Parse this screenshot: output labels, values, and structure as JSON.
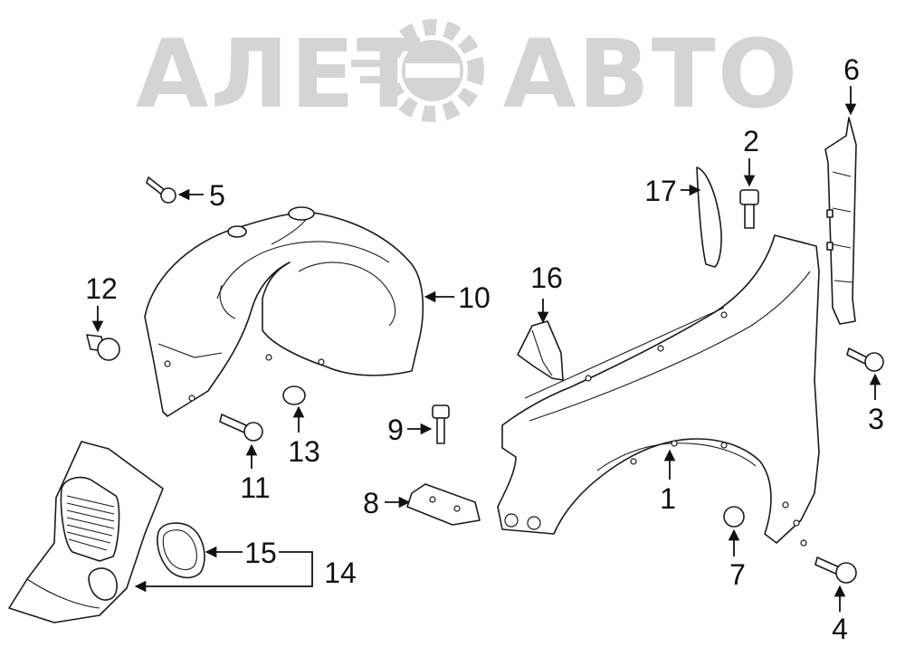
{
  "watermark": {
    "text": "АЛЕТ",
    "text2": "АВТО",
    "logo_icon": "gear-car-icon",
    "color": "#d4d4d4"
  },
  "callouts": [
    {
      "id": "1",
      "label": "1"
    },
    {
      "id": "2",
      "label": "2"
    },
    {
      "id": "3",
      "label": "3"
    },
    {
      "id": "4",
      "label": "4"
    },
    {
      "id": "5",
      "label": "5"
    },
    {
      "id": "6",
      "label": "6"
    },
    {
      "id": "7",
      "label": "7"
    },
    {
      "id": "8",
      "label": "8"
    },
    {
      "id": "9",
      "label": "9"
    },
    {
      "id": "10",
      "label": "10"
    },
    {
      "id": "11",
      "label": "11"
    },
    {
      "id": "12",
      "label": "12"
    },
    {
      "id": "13",
      "label": "13"
    },
    {
      "id": "14",
      "label": "14"
    },
    {
      "id": "15",
      "label": "15"
    },
    {
      "id": "16",
      "label": "16"
    },
    {
      "id": "17",
      "label": "17"
    }
  ]
}
